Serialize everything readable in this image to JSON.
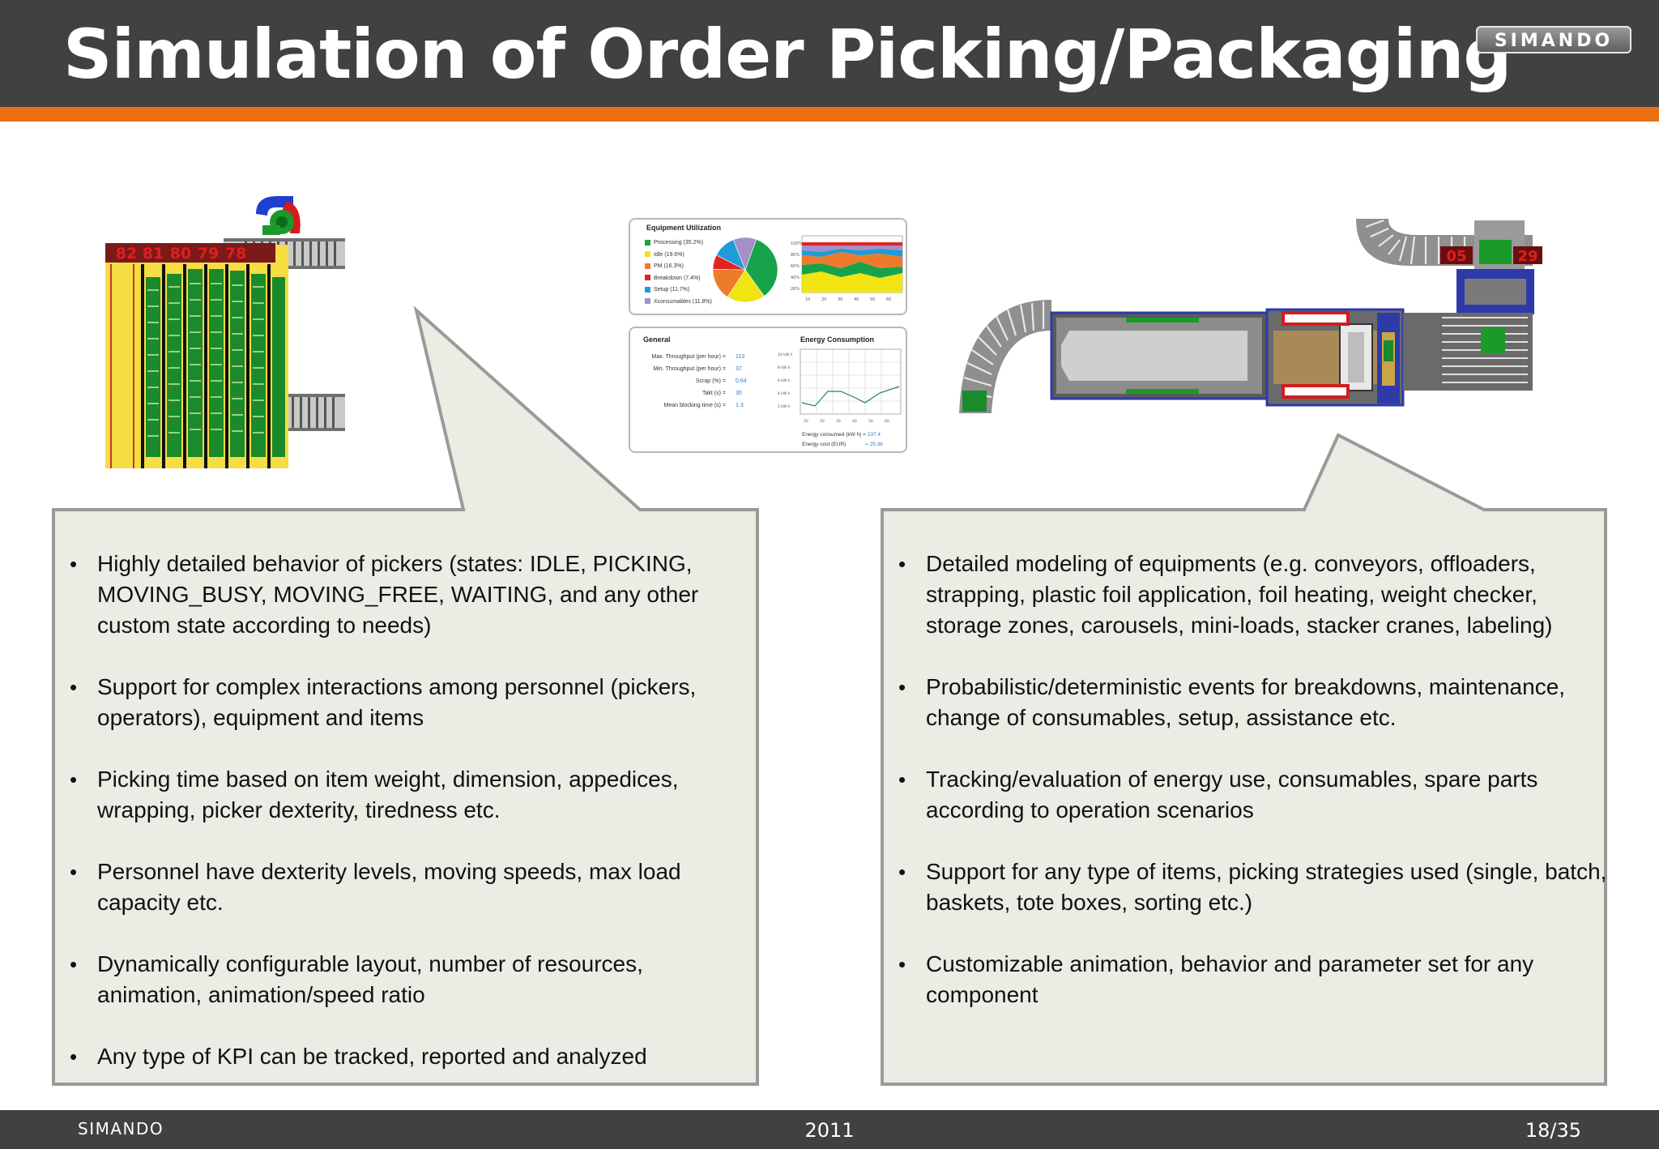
{
  "header": {
    "title": "Simulation of Order Picking/Packaging",
    "logo_text": "SIMANDO"
  },
  "footer": {
    "brand": "SIMANDO",
    "year": "2011",
    "page": "18/35"
  },
  "colors": {
    "header_bg": "#414141",
    "accent": "#ec6f12",
    "callout_bg": "#ecebe4",
    "callout_border": "#9a9a98"
  },
  "left_panel": {
    "bullets": [
      "Highly detailed behavior of pickers (states: IDLE, PICKING, MOVING_BUSY, MOVING_FREE, WAITING, and any other custom state according to needs)",
      "Support for complex interactions among personnel (pickers, operators), equipment and items",
      "Picking time based on item weight, dimension, appedices, wrapping, picker dexterity, tiredness etc.",
      "Personnel have dexterity levels, moving speeds,  max load capacity etc.",
      "Dynamically configurable layout, number of resources, animation, animation/speed ratio",
      "Any type of KPI can be tracked, reported and analyzed"
    ]
  },
  "right_panel": {
    "bullets": [
      "Detailed modeling of equipments (e.g. conveyors, offloaders, strapping, plastic foil application, foil heating, weight checker, storage zones, carousels, mini-loads, stacker cranes, labeling)",
      "Probabilistic/deterministic events for breakdowns, maintenance, change of consumables, setup, assistance etc.",
      "Tracking/evaluation of energy use, consumables, spare parts according to operation scenarios",
      "Support for any type of items, picking strategies used (single, batch, baskets, tote boxes, sorting etc.)",
      "Customizable animation, behavior and parameter set for any component"
    ]
  },
  "picking_sim": {
    "rack_numbers": [
      "82",
      "81",
      "80",
      "79",
      "78"
    ]
  },
  "packaging_sim": {
    "station_numbers": [
      "05",
      "29"
    ]
  },
  "dashboard": {
    "utilization": {
      "title": "Equipment Utilization",
      "legend": [
        {
          "label": "Processing (35.2%)",
          "color": "#17a34a",
          "value": 35.2
        },
        {
          "label": "Idle (19.6%)",
          "color": "#f2e313",
          "value": 19.6
        },
        {
          "label": "PM (16.3%)",
          "color": "#ee7a2b",
          "value": 16.3
        },
        {
          "label": "Breakdown (7.4%)",
          "color": "#e02424",
          "value": 7.4
        },
        {
          "label": "Setup (11.7%)",
          "color": "#1f9bd6",
          "value": 11.7
        },
        {
          "label": "Xconsumables (11.8%)",
          "color": "#a58fc9",
          "value": 11.8
        }
      ],
      "y_ticks": [
        "100%",
        "80%",
        "60%",
        "40%",
        "20%"
      ],
      "x_ticks": [
        "10",
        "20",
        "30",
        "40",
        "50",
        "60"
      ]
    },
    "general": {
      "title": "General",
      "stats": [
        {
          "label": "Max. Throughput (per hour) =",
          "value": "113"
        },
        {
          "label": "Min. Throughput (per hour) =",
          "value": "37"
        },
        {
          "label": "Scrap (%) =",
          "value": "0.64"
        },
        {
          "label": "Takt (s) =",
          "value": "30"
        },
        {
          "label": "Mean blocking time (s) =",
          "value": "1.3"
        }
      ]
    },
    "energy": {
      "title": "Energy Consumption",
      "y_ticks": [
        "10 kW h",
        "8 kW h",
        "6 kW h",
        "4 kW h",
        "2 kW h"
      ],
      "x_ticks": [
        "10",
        "20",
        "30",
        "40",
        "50",
        "60"
      ],
      "consumed_label": "Energy consumed (kW h) =",
      "consumed_value": "237.4",
      "cost_label": "Energy cost (EUR)",
      "cost_value": "= 25.36"
    }
  }
}
